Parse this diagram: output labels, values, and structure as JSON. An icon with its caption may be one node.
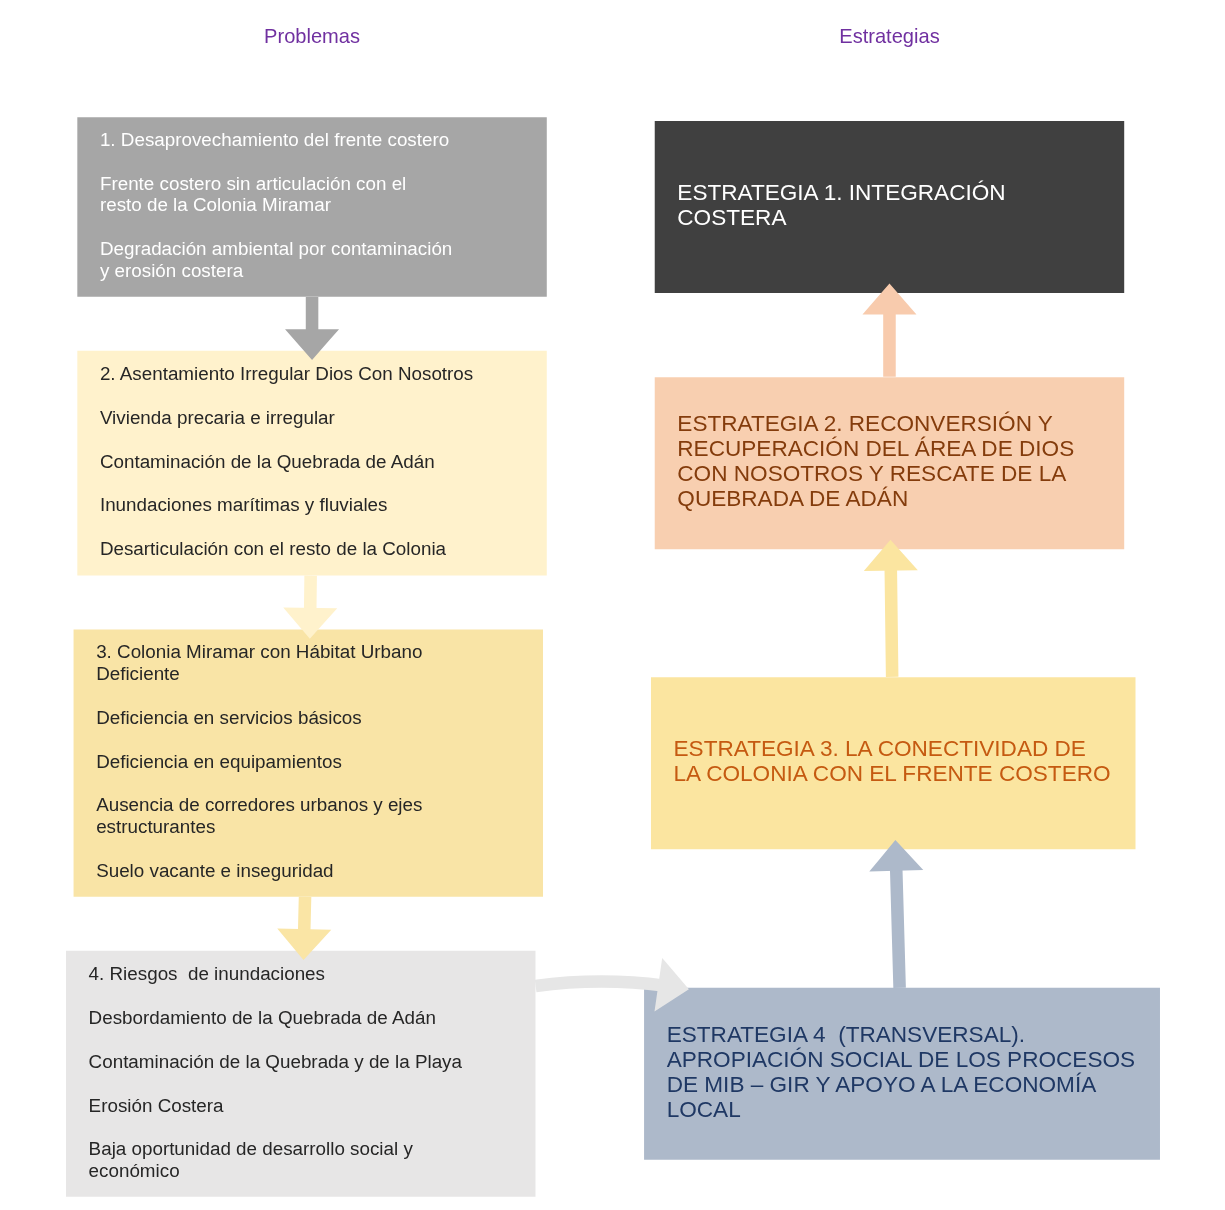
{
  "diagram": {
    "nodes": [
      {
        "text": [
          "1. Desaprovechamiento del frente costero",
          "Frente costero sin articulación con el resto de la Colonia Miramar",
          "Degradación ambiental por contaminación y erosión costera"
        ]
      },
      {
        "text": [
          "2. Asentamiento Irregular Dios Con Nosotros",
          "Vivienda precaria e irregular",
          "Contaminación de la Quebrada de Adán",
          "Inundaciones marítimas y fluviales",
          "Desarticulación con el resto de la Colonia"
        ]
      },
      {
        "text": [
          "3. Colonia Miramar con Hábitat Urbano Deficiente",
          "Deficiencia en servicios básicos",
          "Deficiencia en equipamientos",
          "Ausencia de corredores urbanos y ejes estructurantes",
          "Suelo vacante e inseguridad"
        ]
      },
      {
        "text": [
          "4. Riesgos  de inundaciones",
          "Desbordamiento de la Quebrada de Adán",
          "Contaminación de la Quebrada y de la Playa",
          "Erosión Costera",
          "Baja oportunidad de desarrollo social y económico"
        ]
      },
      {
        "text": [
          "ESTRATEGIA 1. INTEGRACIÓN COSTERA"
        ]
      },
      {
        "text": [
          "ESTRATEGIA 2. RECONVERSIÓN Y RECUPERACIÓN DEL ÁREA DE DIOS CON NOSOTROS Y RESCATE DE LA QUEBRADA DE ADÁN"
        ]
      },
      {
        "text": [
          "ESTRATEGIA 3. LA CONECTIVIDAD DE LA COLONIA CON EL FRENTE COSTERO"
        ]
      },
      {
        "text": [
          "ESTRATEGIA 4  (TRANSVERSAL). APROPIACIÓN SOCIAL DE LOS PROCESOS DE MIB – GIR Y APOYO A LA ECONOMÍA LOCAL"
        ]
      }
    ],
    "edges": [
      {
        "from": 0,
        "to": 1,
        "arrow": "to",
        "color": "#a6a6a6"
      },
      {
        "from": 1,
        "to": 2,
        "arrow": "to",
        "color": "#fff2cc"
      },
      {
        "from": 2,
        "to": 3,
        "arrow": "to",
        "color": "#fae5a5"
      },
      {
        "from": 3,
        "to": 7,
        "arrow": "to",
        "color": "#e6e6e6"
      },
      {
        "from": 7,
        "to": 6,
        "arrow": "to",
        "color": "#adb9ca"
      },
      {
        "from": 6,
        "to": 5,
        "arrow": "to",
        "color": "#fbe5a0"
      },
      {
        "from": 5,
        "to": 4,
        "arrow": "to",
        "color": "#f8cbad"
      }
    ],
    "labels": [
      "Problemas",
      "Estrategias"
    ]
  }
}
